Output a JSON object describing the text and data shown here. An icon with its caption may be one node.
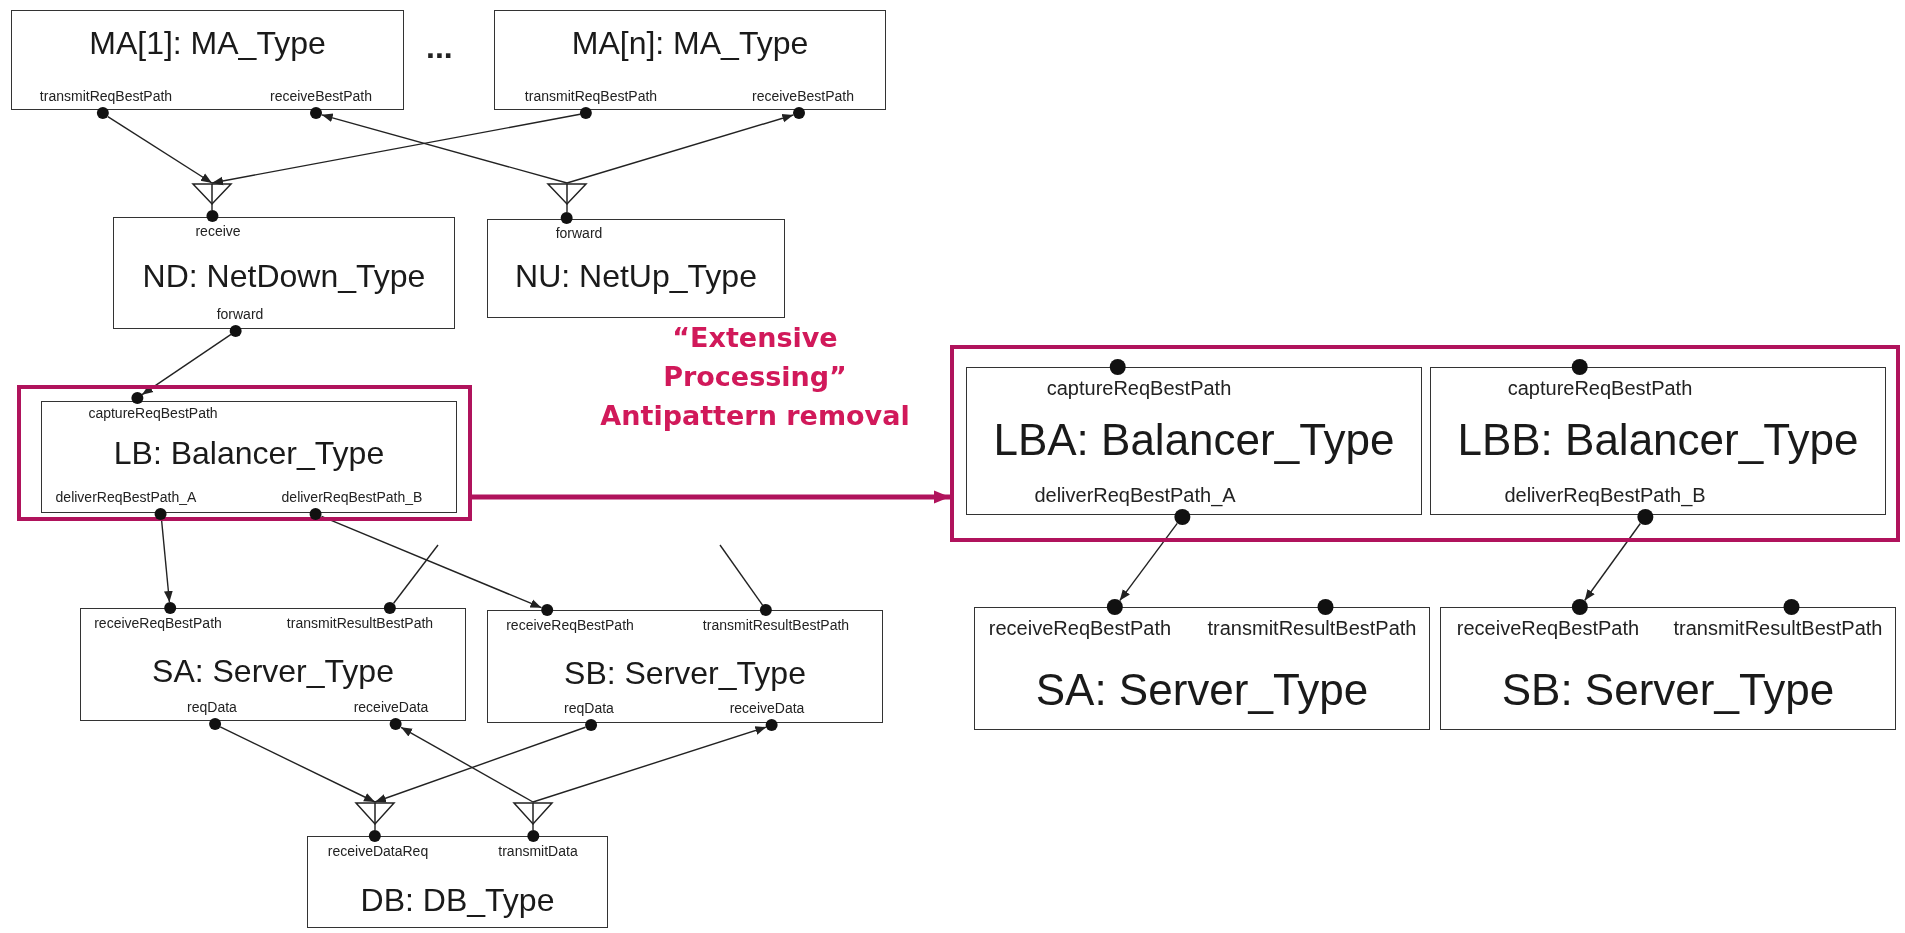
{
  "diagram": {
    "nodes": [
      {
        "text": [
          "MA[1]: MA_Type"
        ]
      },
      {
        "text": [
          "transmitReqBestPath"
        ],
        "in": 0
      },
      {
        "text": [
          "receiveBestPath"
        ],
        "in": 0
      },
      {
        "text": [
          "MA[n]: MA_Type"
        ]
      },
      {
        "text": [
          "transmitReqBestPath"
        ],
        "in": 3
      },
      {
        "text": [
          "receiveBestPath"
        ],
        "in": 3
      },
      {
        "text": [],
        "shape": "triangle"
      },
      {
        "text": [],
        "shape": "triangle"
      },
      {
        "text": [
          "ND: NetDown_Type"
        ]
      },
      {
        "text": [
          "receive"
        ],
        "in": 8
      },
      {
        "text": [
          "forward"
        ],
        "in": 8
      },
      {
        "text": [
          "NU: NetUp_Type"
        ]
      },
      {
        "text": [
          "forward"
        ],
        "in": 11
      },
      {
        "text": [],
        "shape": "box"
      },
      {
        "text": [
          "LB: Balancer_Type"
        ],
        "in": 13
      },
      {
        "text": [
          "captureReqBestPath"
        ],
        "in": 14
      },
      {
        "text": [
          "deliverReqBestPath_A"
        ],
        "in": 14
      },
      {
        "text": [
          "deliverReqBestPath_B"
        ],
        "in": 14
      },
      {
        "text": [
          "SA: Server_Type"
        ]
      },
      {
        "text": [
          "receiveReqBestPath"
        ],
        "in": 18
      },
      {
        "text": [
          "transmitResultBestPath"
        ],
        "in": 18
      },
      {
        "text": [
          "reqData"
        ],
        "in": 18
      },
      {
        "text": [
          "receiveData"
        ],
        "in": 18
      },
      {
        "text": [
          "SB: Server_Type"
        ]
      },
      {
        "text": [
          "receiveReqBestPath"
        ],
        "in": 23
      },
      {
        "text": [
          "transmitResultBestPath"
        ],
        "in": 23
      },
      {
        "text": [
          "reqData"
        ],
        "in": 23
      },
      {
        "text": [
          "receiveData"
        ],
        "in": 23
      },
      {
        "text": [],
        "shape": "triangle"
      },
      {
        "text": [],
        "shape": "triangle"
      },
      {
        "text": [
          "DB: DB_Type"
        ]
      },
      {
        "text": [
          "receiveDataReq"
        ],
        "in": 30
      },
      {
        "text": [
          "transmitData"
        ],
        "in": 30
      },
      {
        "text": [],
        "shape": "box"
      },
      {
        "text": [
          "LBA: Balancer_Type"
        ],
        "in": 33
      },
      {
        "text": [
          "captureReqBestPath"
        ],
        "in": 34
      },
      {
        "text": [
          "deliverReqBestPath_A"
        ],
        "in": 34
      },
      {
        "text": [
          "LBB: Balancer_Type"
        ],
        "in": 33
      },
      {
        "text": [
          "captureReqBestPath"
        ],
        "in": 37
      },
      {
        "text": [
          "deliverReqBestPath_B"
        ],
        "in": 37
      },
      {
        "text": [
          "SA: Server_Type"
        ]
      },
      {
        "text": [
          "receiveReqBestPath"
        ],
        "in": 40
      },
      {
        "text": [
          "transmitResultBestPath"
        ],
        "in": 40
      },
      {
        "text": [
          "SB: Server_Type"
        ]
      },
      {
        "text": [
          "receiveReqBestPath"
        ],
        "in": 43
      },
      {
        "text": [
          "transmitResultBestPath"
        ],
        "in": 43
      }
    ],
    "edges": [
      {
        "from": 1,
        "to": 6,
        "arrow": "to"
      },
      {
        "from": 4,
        "to": 6,
        "arrow": "to"
      },
      {
        "from": 7,
        "to": 2,
        "arrow": "to"
      },
      {
        "from": 7,
        "to": 5,
        "arrow": "to"
      },
      {
        "from": 6,
        "to": 9,
        "arrow": "none"
      },
      {
        "from": 7,
        "to": 12,
        "arrow": "none"
      },
      {
        "from": 10,
        "to": 15,
        "arrow": "to"
      },
      {
        "from": 16,
        "to": 19,
        "arrow": "to"
      },
      {
        "from": 17,
        "to": 24,
        "arrow": "to"
      },
      {
        "from": 20,
        "to": null,
        "arrow": "none"
      },
      {
        "from": 25,
        "to": null,
        "arrow": "none"
      },
      {
        "from": 21,
        "to": 28,
        "arrow": "to"
      },
      {
        "from": 26,
        "to": 28,
        "arrow": "to"
      },
      {
        "from": 29,
        "to": 22,
        "arrow": "to"
      },
      {
        "from": 29,
        "to": 27,
        "arrow": "to"
      },
      {
        "from": 28,
        "to": 31,
        "arrow": "none"
      },
      {
        "from": 29,
        "to": 32,
        "arrow": "none"
      },
      {
        "from": 13,
        "to": 33,
        "arrow": "to",
        "style": "thick",
        "color": "#b0135c"
      },
      {
        "from": 36,
        "to": 41,
        "arrow": "to"
      },
      {
        "from": 39,
        "to": 44,
        "arrow": "to"
      }
    ],
    "labels": [
      "...",
      "“Extensive Processing” Antipattern removal"
    ]
  }
}
